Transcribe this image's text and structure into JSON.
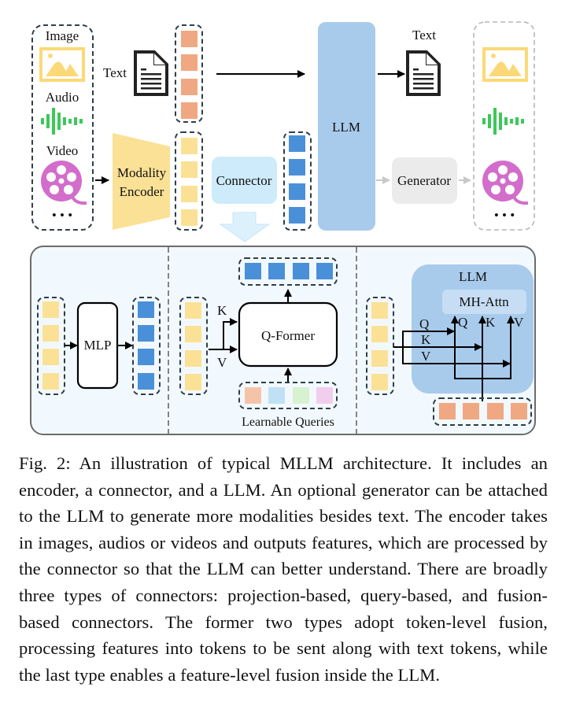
{
  "figure": {
    "inputs": {
      "labels": [
        "Image",
        "Audio",
        "Video"
      ],
      "ellipsis": "• • •",
      "icons": [
        "image-icon",
        "audio-waveform-icon",
        "video-reel-icon"
      ]
    },
    "text_input_label": "Text",
    "modality_encoder_label": [
      "Modality",
      "Encoder"
    ],
    "connector_label": "Connector",
    "llm_label": "LLM",
    "text_output_label": "Text",
    "generator_label": "Generator",
    "outputs": {
      "icons": [
        "image-icon",
        "audio-waveform-icon",
        "video-reel-icon"
      ],
      "ellipsis": "• • •"
    },
    "colors": {
      "text_token": "#F0A882",
      "feature_token": "#FBE196",
      "connector_token": "#4A90D9",
      "llm_block": "#A8CBEC",
      "connector_block": "#CDEBFA",
      "generator_block": "#EBEBEB",
      "encoder": "#FBE196",
      "image_icon": "#FBD978",
      "audio_icon": "#3DC75A",
      "video_icon": "#D26DCB",
      "panel_bg": "#F2F9FE",
      "query_colors": [
        "#F5C4A8",
        "#BFE1F3",
        "#D6F2D0",
        "#F1CDEE"
      ]
    },
    "panel": {
      "projection": {
        "mlp_label": "MLP"
      },
      "query": {
        "qformer_label": "Q-Former",
        "k_label": "K",
        "v_label": "V",
        "learnable_queries_label": "Learnable Queries"
      },
      "fusion": {
        "llm_label": "LLM",
        "attn_label": "MH-Attn",
        "left_labels": [
          "Q",
          "K",
          "V"
        ],
        "right_labels": [
          "Q",
          "K",
          "V"
        ]
      }
    }
  },
  "caption": "Fig. 2: An illustration of typical MLLM architecture. It includes an encoder, a connector, and a LLM. An optional generator can be attached to the LLM to generate more modalities besides text. The encoder takes in images, audios or videos and outputs features, which are processed by the connector so that the LLM can better understand. There are broadly three types of connectors: projection-based, query-based, and fusion-based connectors. The former two types adopt token-level fusion, processing features into tokens to be sent along with text tokens, while the last type enables a feature-level fusion inside the LLM."
}
